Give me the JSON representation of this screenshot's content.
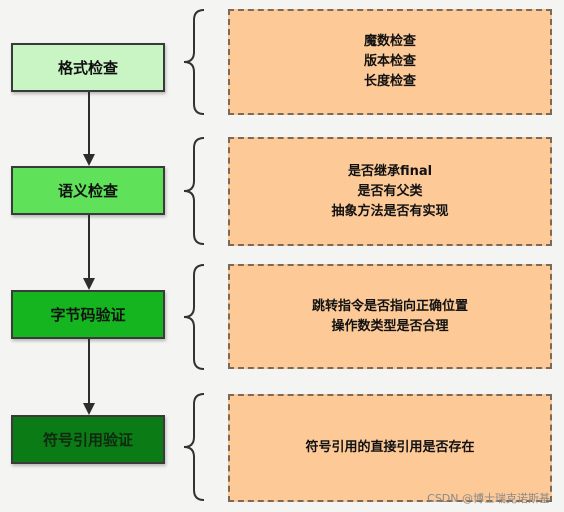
{
  "steps": [
    {
      "label": "格式检查"
    },
    {
      "label": "语义检查"
    },
    {
      "label": "字节码验证"
    },
    {
      "label": "符号引用验证"
    }
  ],
  "notes": [
    {
      "lines": [
        "魔数检查",
        "版本检查",
        "长度检查"
      ]
    },
    {
      "lines": [
        "是否继承final",
        "是否有父类",
        "抽象方法是否有实现"
      ]
    },
    {
      "lines": [
        "跳转指令是否指向正确位置",
        "操作数类型是否合理"
      ]
    },
    {
      "lines": [
        "符号引用的直接引用是否存在"
      ]
    }
  ],
  "watermark": "CSDN @博士瑞克诺斯基",
  "colors": {
    "step_1": "#c9f5c4",
    "step_2": "#5fe25a",
    "step_3": "#14b51e",
    "step_4": "#0b7c15",
    "note_fill": "#fcc997",
    "note_border": "#7a6a5a"
  }
}
